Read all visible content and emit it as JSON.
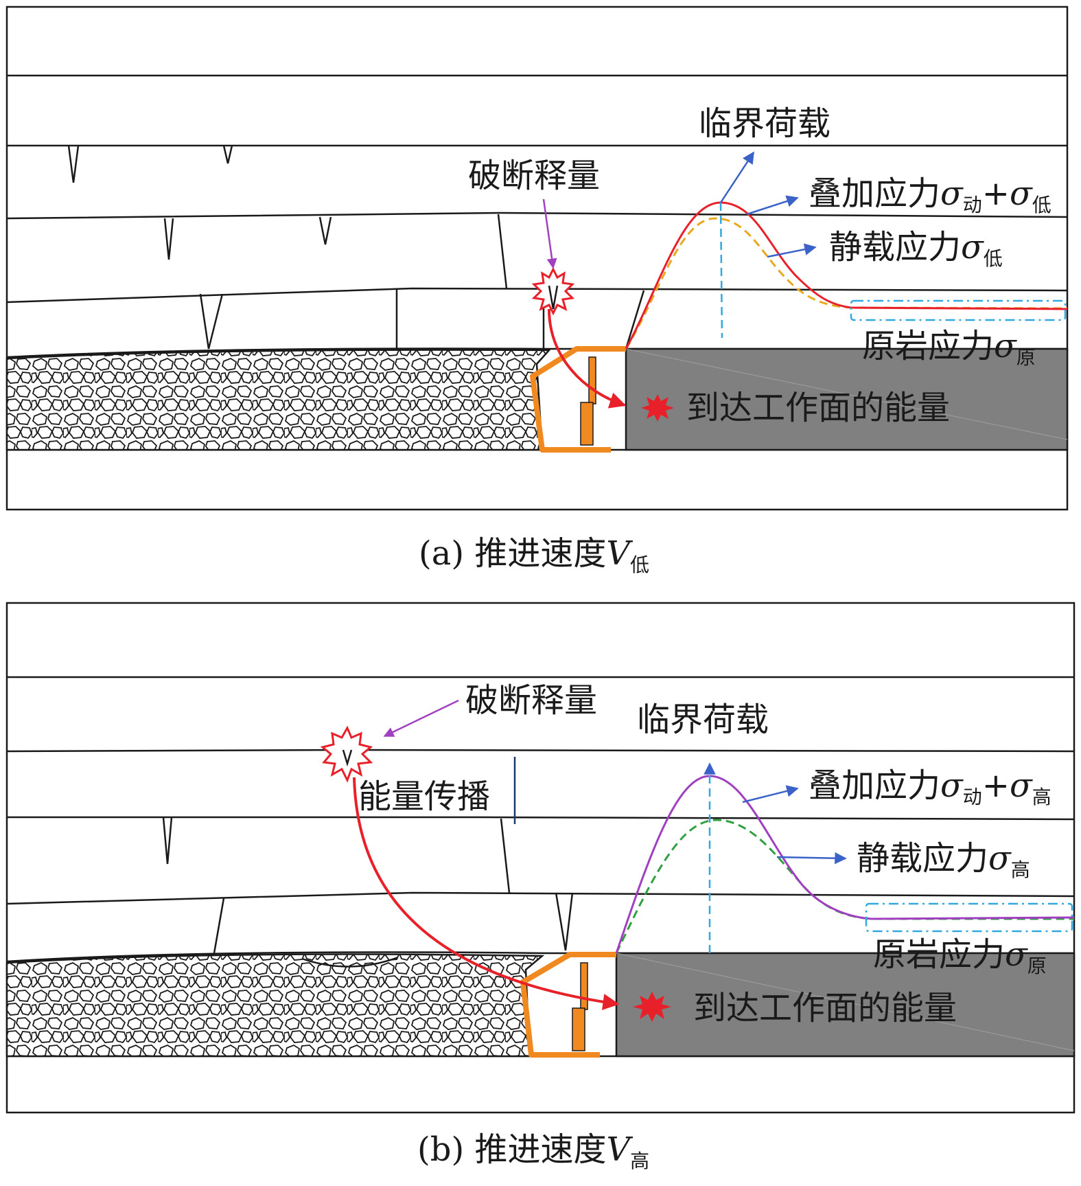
{
  "panel_a": {
    "critical_load": "临界荷载",
    "fracture_release": "破断释量",
    "superposed_stress": {
      "text": "叠加应力",
      "sigma": "σ",
      "sub1": "动",
      "plus": "+",
      "sub2": "低"
    },
    "static_stress": {
      "text": "静载应力",
      "sigma": "σ",
      "sub": "低"
    },
    "original_stress": {
      "text": "原岩应力",
      "sigma": "σ",
      "sub": "原"
    },
    "energy_to_face": "到达工作面的能量",
    "caption": {
      "prefix": "(a) 推进速度",
      "v": "V",
      "sub": "低"
    }
  },
  "panel_b": {
    "critical_load": "临界荷载",
    "fracture_release": "破断释量",
    "energy_propagation": "能量传播",
    "superposed_stress": {
      "text": "叠加应力",
      "sigma": "σ",
      "sub1": "动",
      "plus": "+",
      "sub2": "高"
    },
    "static_stress": {
      "text": "静载应力",
      "sigma": "σ",
      "sub": "高"
    },
    "original_stress": {
      "text": "原岩应力",
      "sigma": "σ",
      "sub": "原"
    },
    "energy_to_face": "到达工作面的能量",
    "caption": {
      "prefix": "(b) 推进速度",
      "v": "V",
      "sub": "高"
    }
  },
  "colors": {
    "superposed_a": "#e8202a",
    "static_a": "#e8a820",
    "superposed_b": "#a040c0",
    "static_b": "#30a040",
    "arrow_blue": "#3a62c8",
    "fracture_arrow": "#a040c0",
    "energy_path": "#e8202a",
    "coal_seam": "#808080",
    "support": "#f08a20",
    "peak_line": "#30a8e0"
  },
  "icons": [
    "explosion-burst-icon",
    "energy-star-icon",
    "hydraulic-support-icon"
  ]
}
